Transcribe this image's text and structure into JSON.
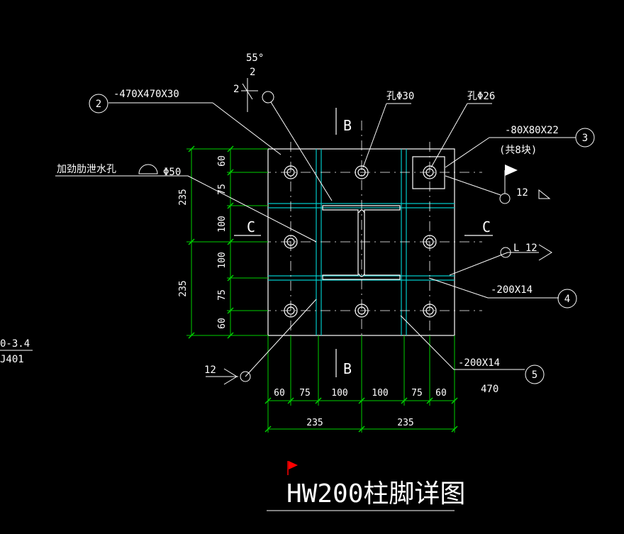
{
  "title": "HW200柱脚详图",
  "colors": {
    "background": "#000000",
    "line": "#ffffff",
    "dim": "#00d000",
    "stiffener": "#00c8c8",
    "flag": "#ff0000"
  },
  "labels": {
    "plate": "-470X470X30",
    "hole30": "孔Φ30",
    "hole26": "孔Φ26",
    "washer": "-80X80X22",
    "washer_qty": "(共8块)",
    "vent_hole": "加劲肋泄水孔",
    "vent_dia": "Φ50",
    "rib4": "-200X14",
    "rib5": "-200X14",
    "weld_12a": "12",
    "weld_12b": "12",
    "weld_L12": "L 12",
    "angle": "55°",
    "bevel_top": "2",
    "bevel_left": "2",
    "section_B": "B",
    "section_C": "C",
    "overall": "470",
    "side_ref1": "0-3.4",
    "side_ref2": "J401"
  },
  "callouts": [
    "2",
    "3",
    "4",
    "5"
  ],
  "dims": {
    "left_outer": [
      "235",
      "235"
    ],
    "left_inner": [
      "60",
      "75",
      "100",
      "100",
      "75",
      "60"
    ],
    "bottom_inner": [
      "60",
      "75",
      "100",
      "100",
      "75",
      "60"
    ],
    "bottom_outer": [
      "235",
      "235"
    ]
  }
}
